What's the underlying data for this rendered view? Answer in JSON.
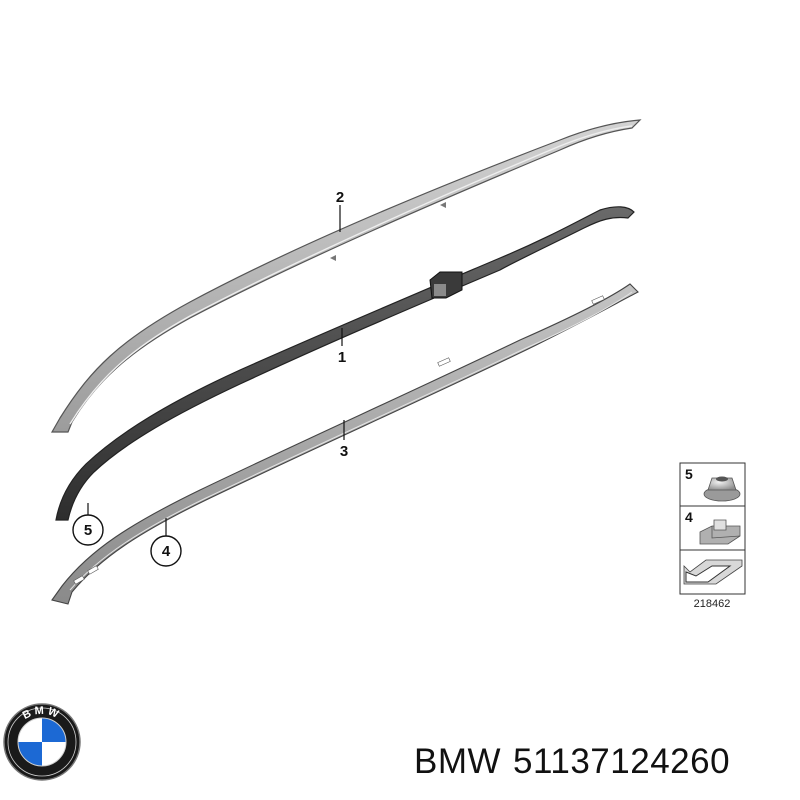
{
  "diagram": {
    "callouts": {
      "part_1": "1",
      "part_2": "2",
      "part_3": "3",
      "part_4": "4",
      "part_5": "5"
    },
    "legend": {
      "items": [
        {
          "number": "5",
          "icon": "nut-icon"
        },
        {
          "number": "4",
          "icon": "clip-icon"
        }
      ],
      "arrow_icon": "direction-arrow-icon",
      "reference": "218462"
    }
  },
  "caption": {
    "logo_text": "BMW",
    "brand": "BMW",
    "part_number": "51137124260"
  },
  "colors": {
    "rail_cover": "#b8b8b8",
    "rail": "#4a4a4a",
    "seal_strip": "#9a9a9a",
    "logo_blue": "#1c69d4",
    "logo_ring": "#1a1a1a"
  }
}
